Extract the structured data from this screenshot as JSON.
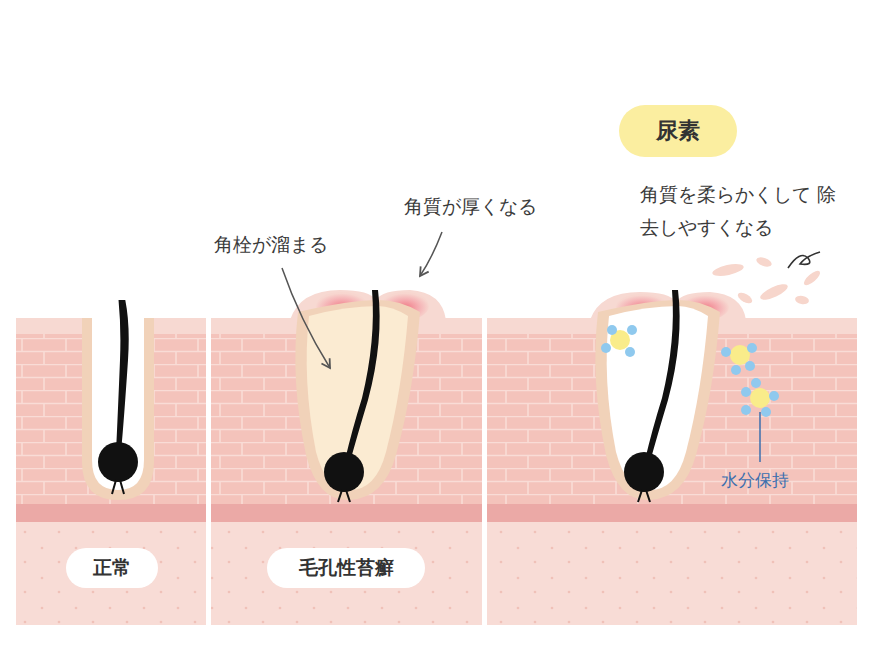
{
  "diagram": {
    "nodes": [
      {
        "text": [
          "尿素"
        ]
      },
      {
        "text": [
          "正常"
        ]
      },
      {
        "text": [
          "毛孔性苔癬"
        ]
      }
    ],
    "labels": [
      "角質を柔らかくして 除去しやすくなる",
      "角質が厚くなる",
      "角栓が溜まる",
      "水分保持"
    ]
  }
}
